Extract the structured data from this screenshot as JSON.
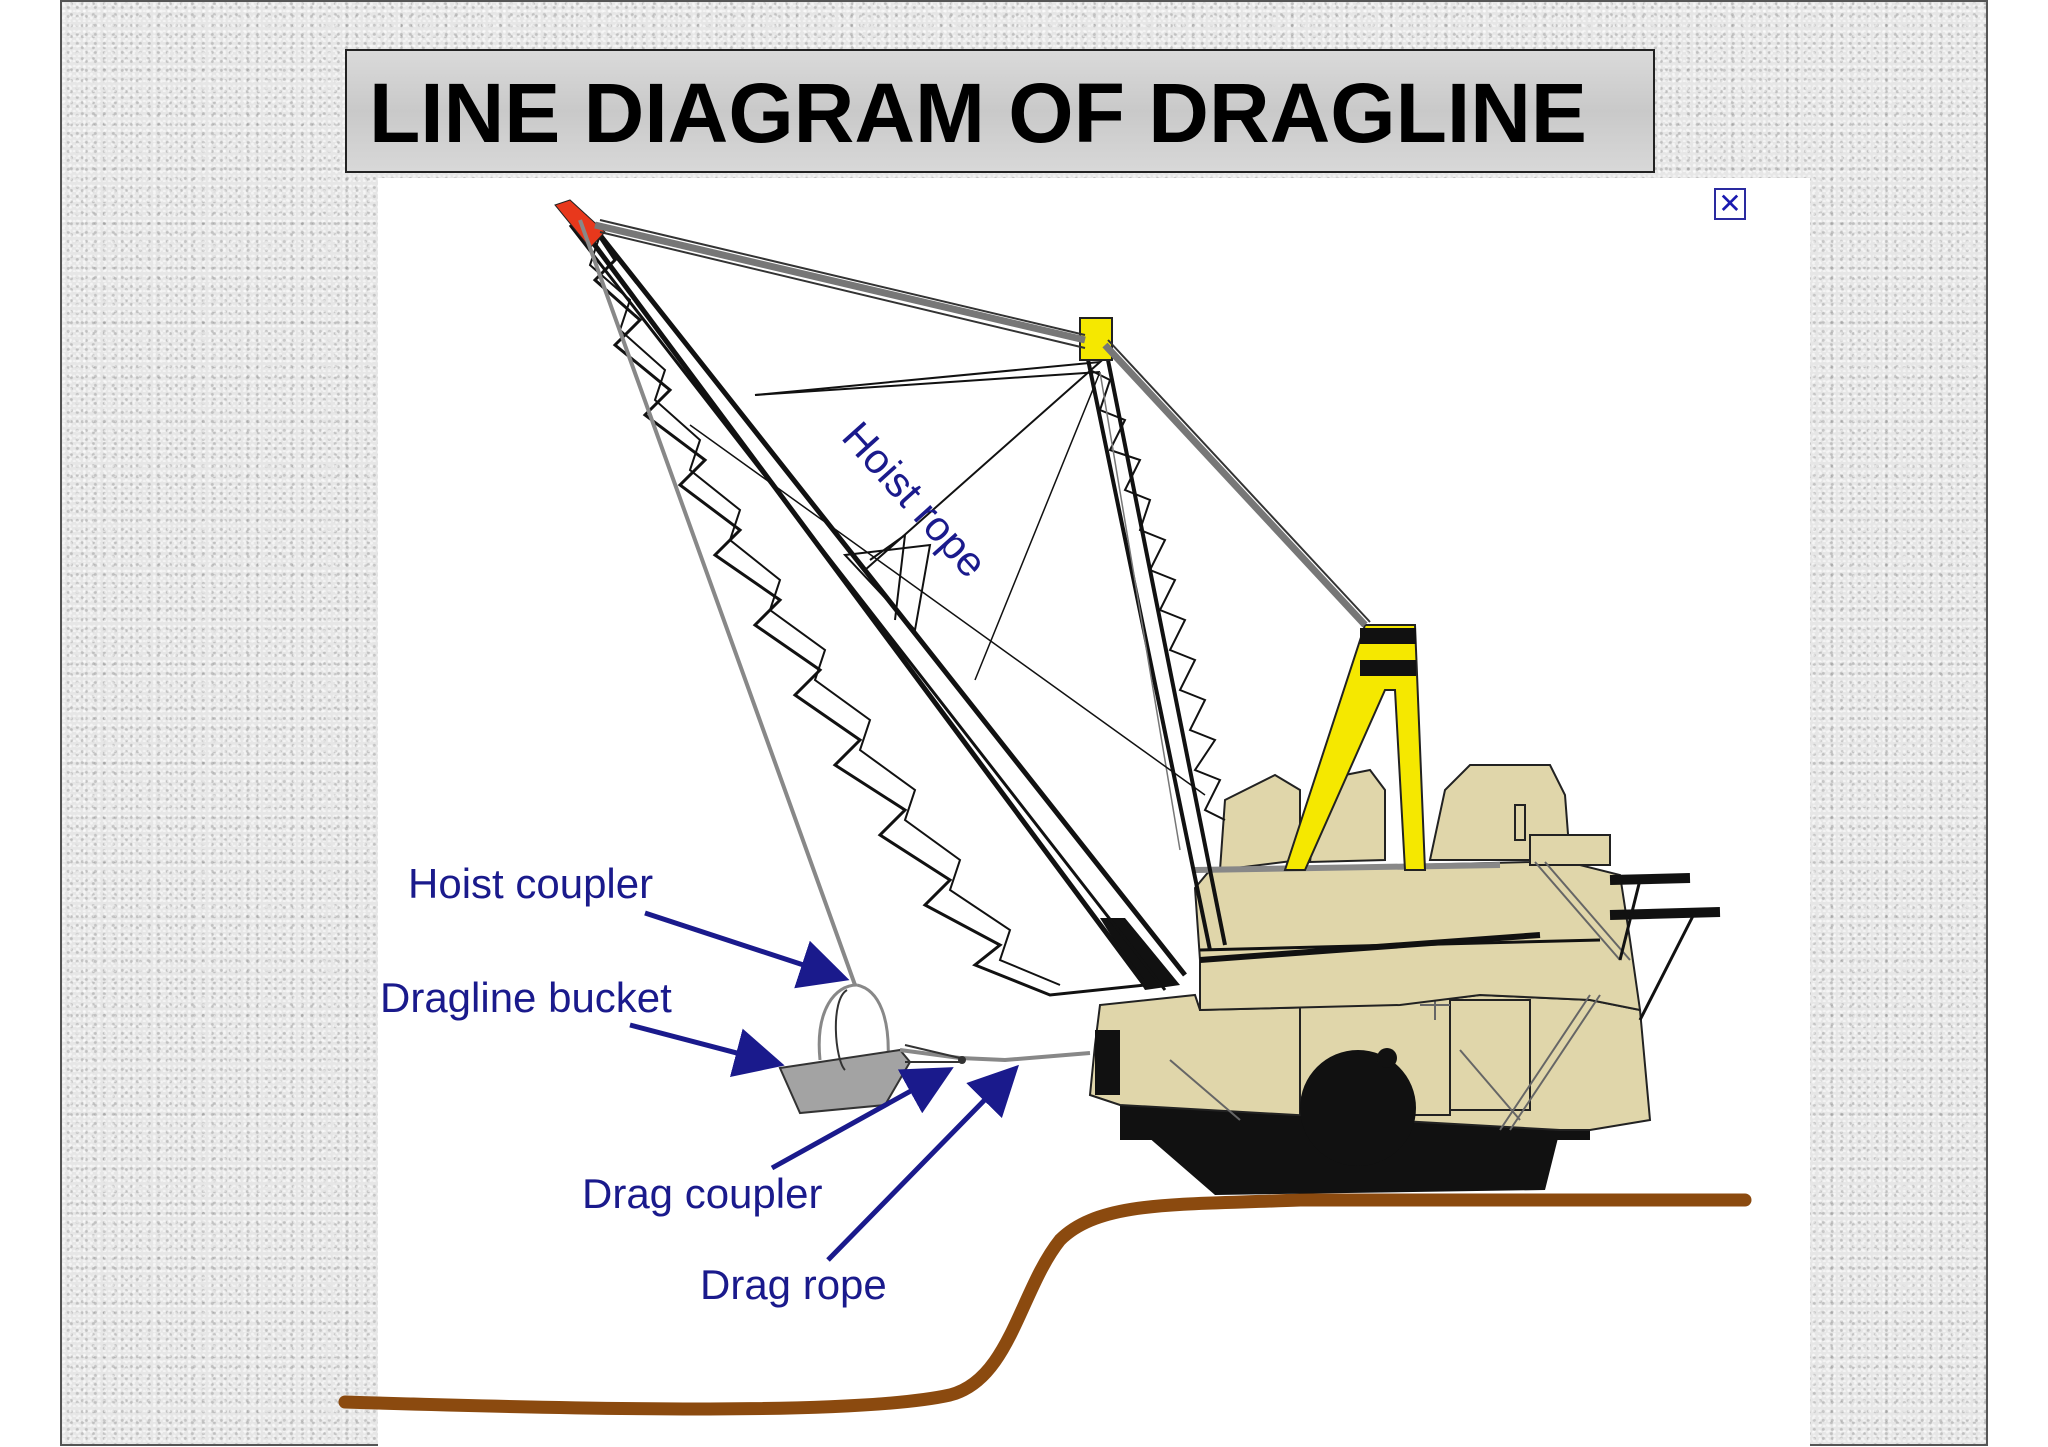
{
  "title": "LINE DIAGRAM OF DRAGLINE",
  "close_icon_glyph": "✕",
  "labels": {
    "hoist_rope": "Hoist rope",
    "hoist_coupler": "Hoist coupler",
    "dragline_bucket": "Dragline bucket",
    "drag_coupler": "Drag coupler",
    "drag_rope": "Drag rope"
  },
  "colors": {
    "label_blue": "#1a1a8c",
    "boom_tip_red": "#e8381c",
    "mast_yellow": "#f5e800",
    "machine_body": "#e0d6aa",
    "ground_brown": "#8b4a0f",
    "bucket_gray": "#a3a3a3"
  },
  "icons": [
    "close-icon"
  ]
}
